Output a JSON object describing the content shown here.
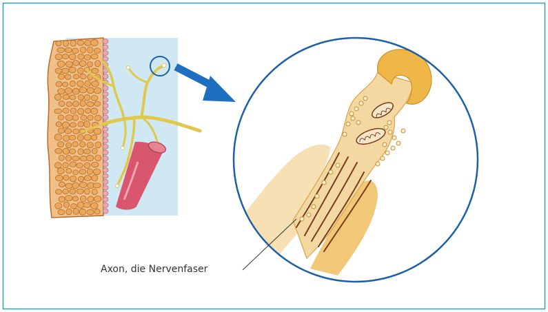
{
  "diagram": {
    "labels": {
      "axon": "Axon, die Nervenfaser"
    },
    "colors": {
      "frame": "#2aa1b5",
      "tissue_background": "#cfe8f3",
      "cells": "#e9a85c",
      "cell_border": "#b86a28",
      "cell_edge_column": "#e8a9b0",
      "nerve": "#e8d66a",
      "blood_vessel": "#d9566f",
      "arrow": "#1f6fc0",
      "magnified_circle": "#1a5fa8",
      "terminal": "#eeb748",
      "neurofilaments": "#7a3a1e",
      "axon_fill": "#f4d8a2"
    },
    "icons": {
      "arrow": "zoom-arrow",
      "magnifier": "magnification-circle"
    }
  }
}
